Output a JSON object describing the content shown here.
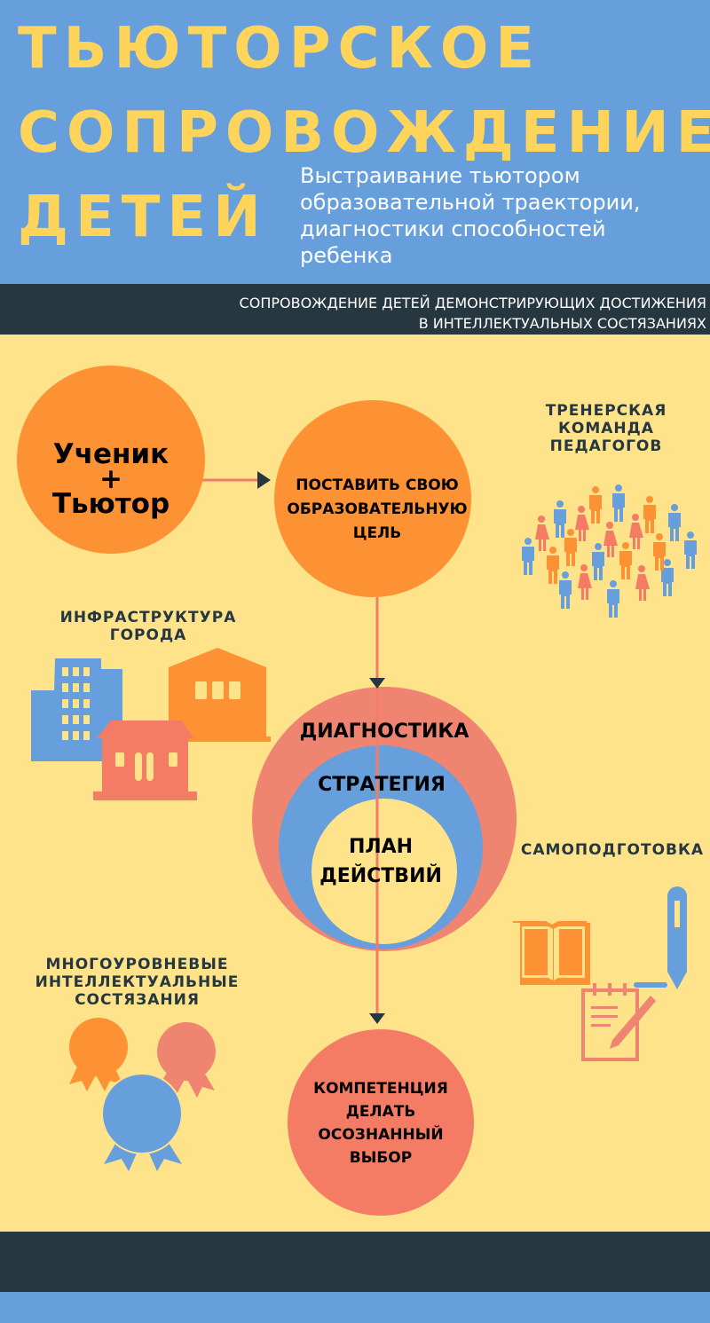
{
  "header": {
    "title_lines": [
      "ТЬЮТОРСКОЕ",
      "СОПРОВОЖДЕНИЕ",
      "ДЕТЕЙ"
    ],
    "subtitle": "Выстраивание тьютором образовательной траектории, диагностики способностей ребенка"
  },
  "band": {
    "line1": "СОПРОВОЖДЕНИЕ ДЕТЕЙ  ДЕМОНСТРИРУЮЩИХ ДОСТИЖЕНИЯ",
    "line2": "В ИНТЕЛЛЕКТУАЛЬНЫХ СОСТЯЗАНИЯХ"
  },
  "nodes": {
    "student": {
      "line1": "Ученик",
      "line2": "+",
      "line3": "Тьютор"
    },
    "goal": "ПОСТАВИТЬ СВОЮ ОБРАЗОВАТЕЛЬНУЮ ЦЕЛЬ",
    "diagnostics": "ДИАГНОСТИКА",
    "strategy": "СТРАТЕГИЯ",
    "plan": "ПЛАН ДЕЙСТВИЙ",
    "competence": "КОМПЕТЕНЦИЯ ДЕЛАТЬ ОСОЗНАННЫЙ ВЫБОР"
  },
  "resources": {
    "team": "ТРЕНЕРСКАЯ КОМАНДА ПЕДАГОГОВ",
    "infrastructure": "ИНФРАСТРУКТУРА ГОРОДА",
    "self_study": "САМОПОДГОТОВКА",
    "competitions": "МНОГОУРОВНЕВЫЕ ИНТЕЛЛЕКТУАЛЬНЫЕ СОСТЯЗАНИЯ"
  },
  "colors": {
    "blue": "#669fdc",
    "yellow": "#ffd45a",
    "bg": "#ffe38a",
    "dark": "#263740",
    "orange": "#fd9235",
    "salmon": "#ef8570",
    "coral": "#f47c65"
  }
}
